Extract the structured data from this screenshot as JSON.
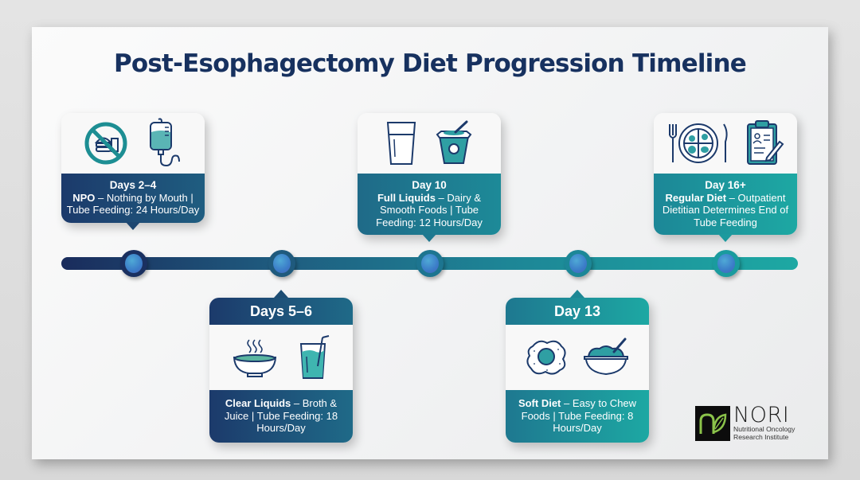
{
  "title": "Post-Esophagectomy Diet Progression Timeline",
  "colors": {
    "title": "#17315f",
    "navy": "#1c3a6b",
    "teal": "#1da8a3",
    "node_inner": "#3b7cc8"
  },
  "stages": [
    {
      "period": "Days 2–4",
      "diet": "NPO",
      "description": " – Nothing by Mouth | Tube Feeding: 24 Hours/Day",
      "icons": [
        "no-food-icon",
        "iv-bag-icon"
      ],
      "position": "above"
    },
    {
      "period": "Days 5–6",
      "diet": "Clear Liquids",
      "description": " – Broth & Juice | Tube Feeding: 18 Hours/Day",
      "icons": [
        "broth-bowl-icon",
        "juice-glass-icon"
      ],
      "position": "below"
    },
    {
      "period": "Day 10",
      "diet": "Full Liquids",
      "description": " – Dairy & Smooth Foods | Tube Feeding: 12 Hours/Day",
      "icons": [
        "milk-glass-icon",
        "yogurt-cup-icon"
      ],
      "position": "above"
    },
    {
      "period": "Day 13",
      "diet": "Soft Diet",
      "description": " – Easy to Chew Foods | Tube Feeding: 8 Hours/Day",
      "icons": [
        "fried-egg-icon",
        "mashed-food-bowl-icon"
      ],
      "position": "below"
    },
    {
      "period": "Day 16+",
      "diet": "Regular Diet",
      "description": " – Outpatient Dietitian Determines End of Tube Feeding",
      "icons": [
        "plate-cutlery-icon",
        "clipboard-icon"
      ],
      "position": "above"
    }
  ],
  "logo": {
    "name": "NORI",
    "subtitle_line1": "Nutritional Oncology",
    "subtitle_line2": "Research Institute"
  }
}
